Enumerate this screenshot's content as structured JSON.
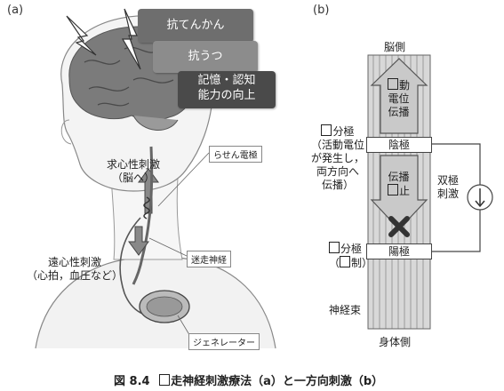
{
  "panel_a": {
    "label": "(a)",
    "effects": [
      "抗てんかん",
      "抗うつ",
      "記憶・認知",
      "能力の向上"
    ],
    "afferent": [
      "求心性刺激",
      "（脳へ）"
    ],
    "efferent": [
      "遠心性刺激",
      "（心拍，血圧など）"
    ],
    "spiral_electrode": "らせん電極",
    "vagus_nerve": "迷走神経",
    "generator": "ジェネレーター"
  },
  "panel_b": {
    "label": "(b)",
    "brain_side": "脳側",
    "body_side": "身体側",
    "top_arrow": [
      "動",
      "電位",
      "伝播"
    ],
    "block_arrow": [
      "伝播",
      "止"
    ],
    "cathode": "陰極",
    "anode": "陽極",
    "depolarization": [
      "分極",
      "（活動電位",
      "が発生し，",
      "両方向へ",
      "伝播）"
    ],
    "hyperpolarization": [
      "分極",
      "（",
      "制）"
    ],
    "bipolar": [
      "双極",
      "刺激"
    ],
    "nerve_bundle": "神経束"
  },
  "caption": {
    "prefix": "図 8.4",
    "text": "走神経刺激療法（a）と一方向刺激（b）"
  }
}
